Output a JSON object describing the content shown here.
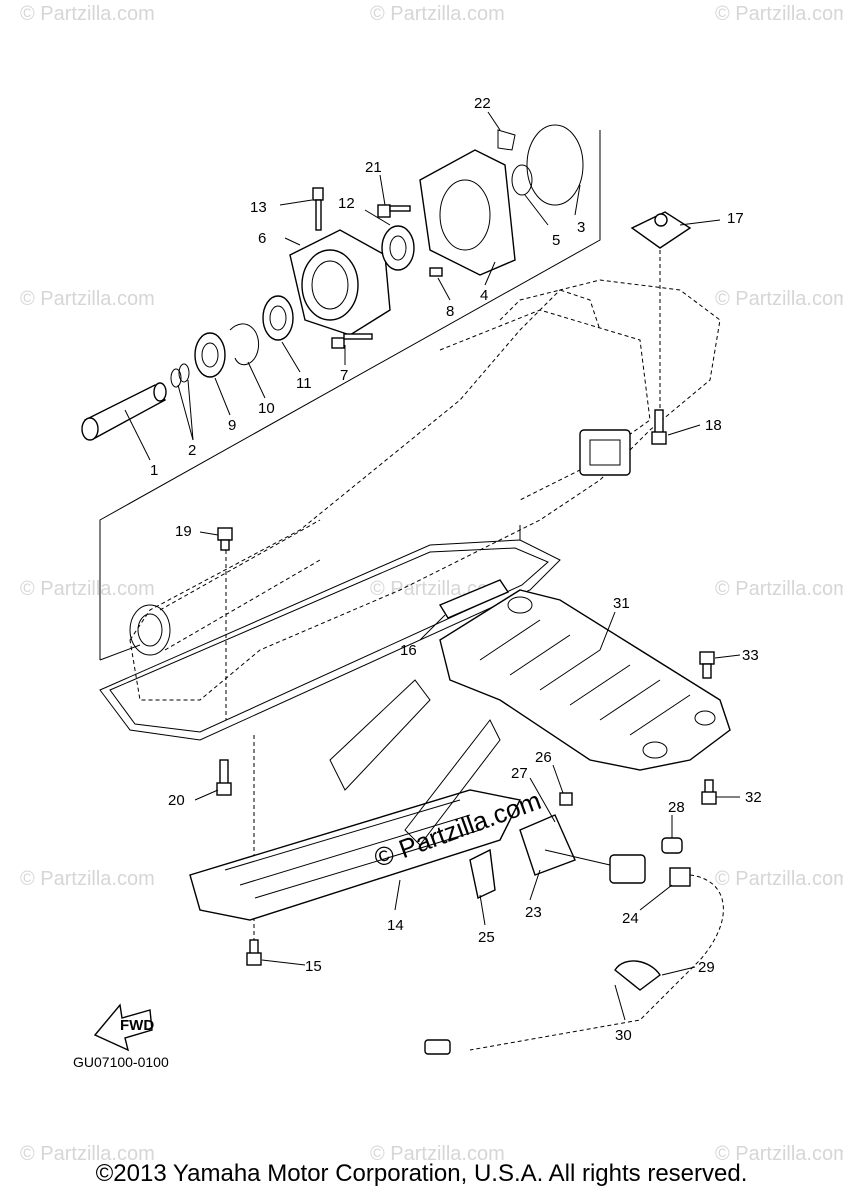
{
  "watermark": "© Partzilla.com",
  "center_watermark": "© Partzilla.com",
  "diagram_code": "GU07100-0100",
  "fwd_label": "FWD",
  "copyright": "©2013 Yamaha Motor Corporation, U.S.A. All rights reserved.",
  "callouts": [
    "1",
    "2",
    "3",
    "4",
    "5",
    "6",
    "7",
    "8",
    "9",
    "10",
    "11",
    "12",
    "13",
    "14",
    "15",
    "16",
    "17",
    "18",
    "19",
    "20",
    "21",
    "22",
    "23",
    "24",
    "25",
    "26",
    "27",
    "28",
    "29",
    "30",
    "31",
    "32",
    "33"
  ]
}
